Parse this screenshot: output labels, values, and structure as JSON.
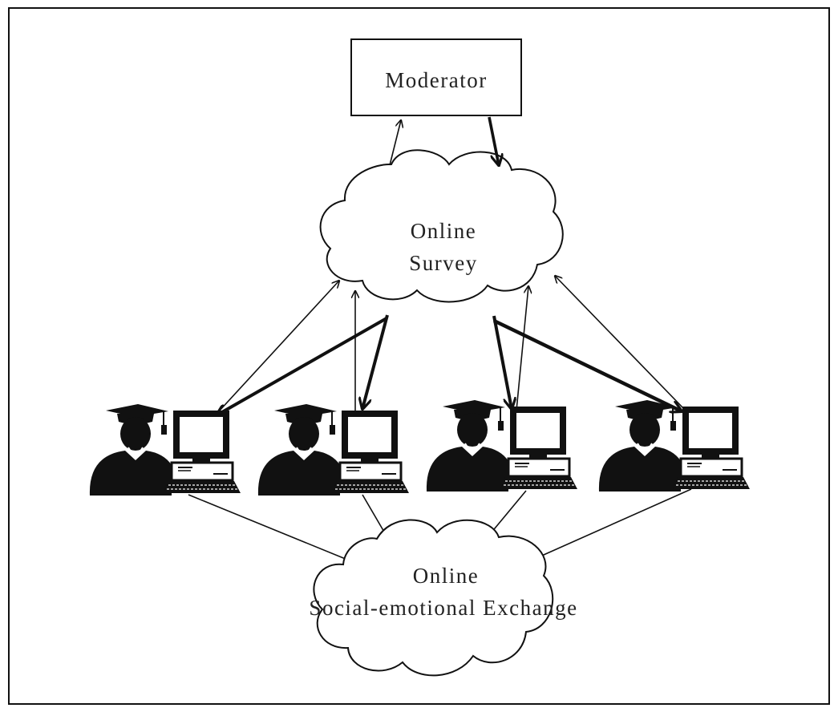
{
  "diagram": {
    "moderator_label": "Moderator",
    "survey_cloud": {
      "line1": "Online",
      "line2": "Survey"
    },
    "exchange_cloud": {
      "line1": "Online",
      "line2": "Social-emotional Exchange"
    },
    "participant_count": 4,
    "participant_icons": [
      "graduate-student-icon",
      "desktop-computer-icon"
    ],
    "colors": {
      "ink": "#111111",
      "background": "#ffffff"
    }
  }
}
